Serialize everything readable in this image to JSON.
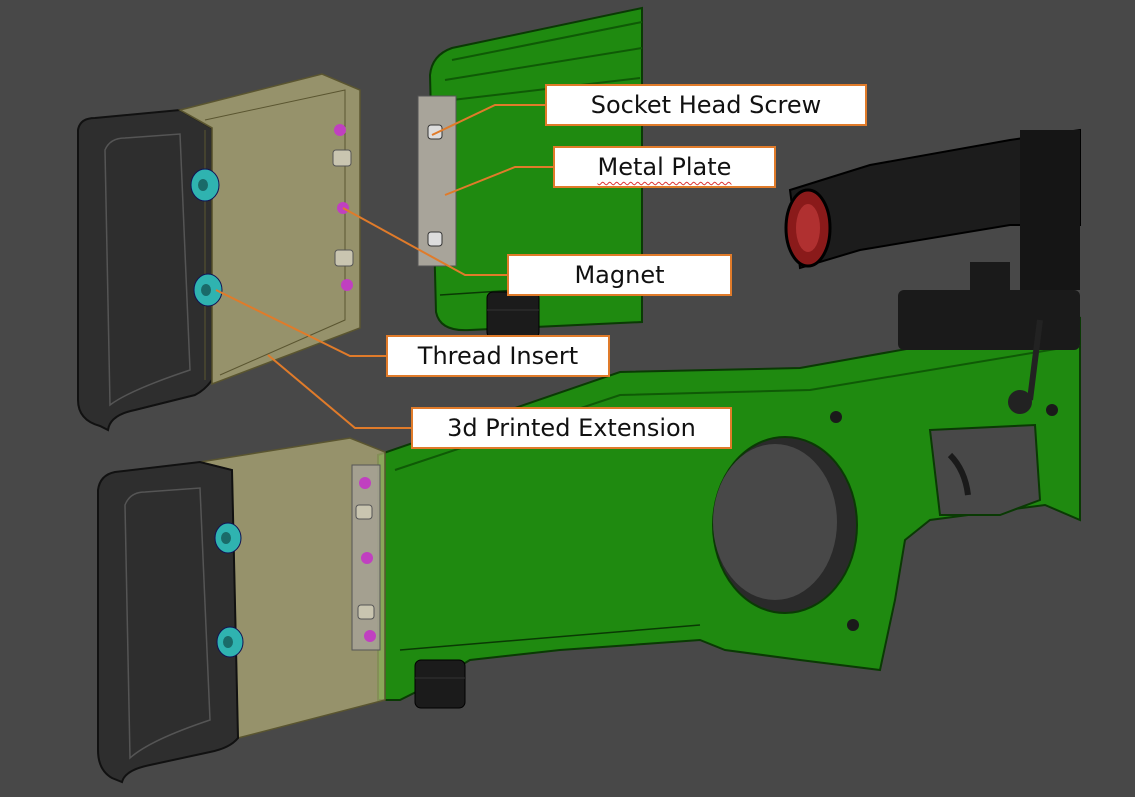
{
  "callouts": {
    "socket_head_screw": "Socket Head Screw",
    "metal_plate": "Metal Plate",
    "magnet": "Magnet",
    "thread_insert": "Thread Insert",
    "printed_extension": "3d Printed Extension"
  },
  "colors": {
    "background": "#484848",
    "stock_green": "#1f8a10",
    "stock_green_dark": "#0f5a06",
    "extension_tan": "#b8b27a",
    "thread_insert": "#2fb3b0",
    "magnet": "#c040c0",
    "leader_line": "#e07b2a",
    "metal_plate": "#a8a49a"
  },
  "icons": [
    "rifle-stock-render",
    "scope-render",
    "buttpad-render"
  ]
}
